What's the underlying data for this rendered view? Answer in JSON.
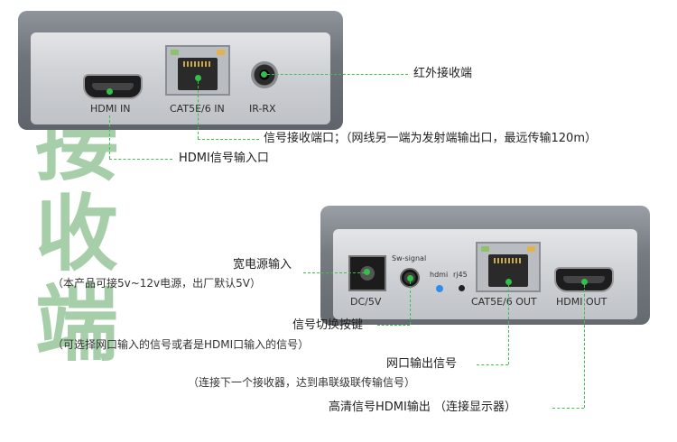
{
  "title_chars": [
    "接",
    "收",
    "端"
  ],
  "top_device": {
    "ports": {
      "hdmi_in": "HDMI IN",
      "cat_in": "CAT5E/6 IN",
      "ir_rx": "IR-RX"
    }
  },
  "bottom_device": {
    "ports": {
      "dc": "DC/5V",
      "sw": "Sw-signal",
      "hdmi_led": "hdmi",
      "rj45_led": "rj45",
      "cat_out": "CAT5E/6 OUT",
      "hdmi_out": "HDMI OUT"
    }
  },
  "callouts": {
    "ir": "红外接收端",
    "signal_in": "信号接收端口；（网线另一端为发射端输出口，最远传输120m）",
    "hdmi_in": "HDMI信号输入口",
    "power": "宽电源输入",
    "power_note": "（本产品可接5v~12v电源，出厂默认5V）",
    "switch": "信号切换按键",
    "switch_note": "（可选择网口输入的信号或者是HDMI口输入的信号）",
    "net_out": "网口输出信号",
    "net_out_note": "（连接下一个接收器，达到串联级联传输信号）",
    "hdmi_out": "高清信号HDMI输出 （连接显示器）"
  },
  "colors": {
    "accent_green": "#3fbf4f",
    "title_green": "#97c79b",
    "led_blue": "#2f8ee6"
  }
}
